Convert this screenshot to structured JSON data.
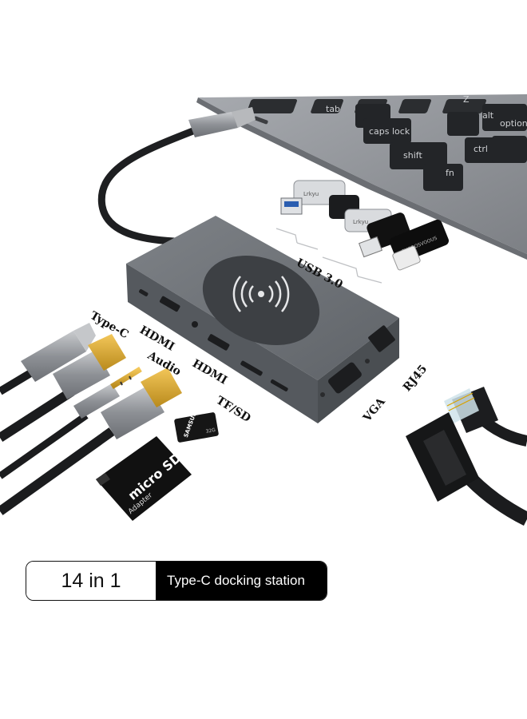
{
  "labels": {
    "usb": "USB 3.0",
    "type_c": "Type-C",
    "hdmi_1": "HDMI",
    "audio": "Audio",
    "hdmi_2": "HDMI",
    "tf_sd": "TF/SD",
    "vga": "VGA",
    "rj45": "RJ45"
  },
  "keyboard": {
    "tab": "tab",
    "caps": "caps lock",
    "shift": "shift",
    "fn": "fn",
    "ctrl": "ctrl",
    "option": "option",
    "alt": "alt",
    "z": "Z"
  },
  "usb_stick_brand": "Lrkyu",
  "usb_stick_brand_2": "SUOBOSVOOUS",
  "microsd": {
    "brand": "SAMSUNG",
    "capacity": "32G",
    "adapter_title": "micro SD",
    "adapter_sub": "Adapter"
  },
  "banner": {
    "count": "14 in 1",
    "product": "Type-C docking station"
  },
  "colors": {
    "hub_body": "#6f7378",
    "laptop": "#8c8f94",
    "banner_dark": "#000000"
  }
}
